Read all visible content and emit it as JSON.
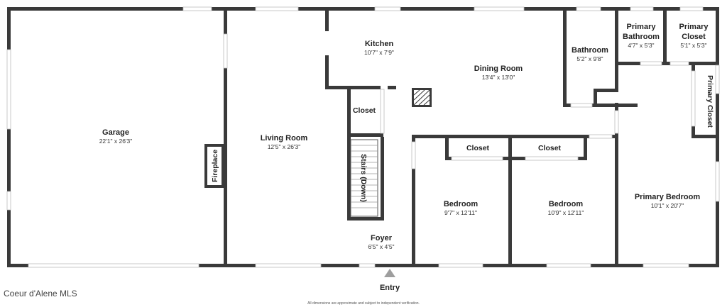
{
  "rooms": {
    "garage": {
      "name": "Garage",
      "dims": "22'1\" x 26'3\""
    },
    "living_room": {
      "name": "Living Room",
      "dims": "12'5\" x 26'3\""
    },
    "kitchen": {
      "name": "Kitchen",
      "dims": "10'7\" x 7'9\""
    },
    "dining_room": {
      "name": "Dining Room",
      "dims": "13'4\" x 13'0\""
    },
    "bathroom": {
      "name": "Bathroom",
      "dims": "5'2\" x 9'8\""
    },
    "primary_bathroom": {
      "name_line1": "Primary",
      "name_line2": "Bathroom",
      "dims": "4'7\" x 5'3\""
    },
    "primary_closet_top": {
      "name_line1": "Primary",
      "name_line2": "Closet",
      "dims": "5'1\" x 5'3\""
    },
    "primary_closet_side": {
      "name": "Primary Closet"
    },
    "closet_hall": {
      "name": "Closet"
    },
    "closet_bed1": {
      "name": "Closet"
    },
    "closet_bed2": {
      "name": "Closet"
    },
    "bedroom1": {
      "name": "Bedroom",
      "dims": "9'7\" x 12'11\""
    },
    "bedroom2": {
      "name": "Bedroom",
      "dims": "10'9\" x 12'11\""
    },
    "primary_bedroom": {
      "name": "Primary Bedroom",
      "dims": "10'1\" x 20'7\""
    },
    "foyer": {
      "name": "Foyer",
      "dims": "6'5\" x 4'5\""
    }
  },
  "labels": {
    "fireplace": "Fireplace",
    "stairs": "Stairs (Down)",
    "entry": "Entry"
  },
  "footer": {
    "watermark": "Coeur d'Alene MLS",
    "disclaimer": "All dimensions are approximate and subject to independent verification."
  },
  "colors": {
    "wall": "#3a3a3a",
    "background": "#ffffff",
    "entry_marker": "#9e9e9e"
  }
}
